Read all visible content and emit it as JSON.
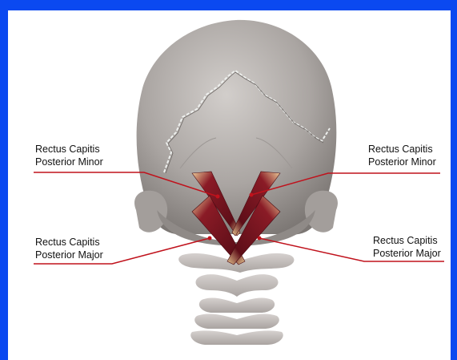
{
  "diagram": {
    "labels": {
      "upper_left": {
        "line1": "Rectus Capitis",
        "line2": "Posterior Minor"
      },
      "upper_right": {
        "line1": "Rectus Capitis",
        "line2": "Posterior Minor"
      },
      "lower_left": {
        "line1": "Rectus Capitis",
        "line2": "Posterior Major"
      },
      "lower_right": {
        "line1": "Rectus Capitis",
        "line2": "Posterior Major"
      }
    },
    "colors": {
      "border": "#0b49f0",
      "skull": "#b3aeab",
      "vertebrae": "#c8c2c0",
      "muscle": "#7a1420",
      "tendon": "#e8cf9c",
      "leader_line": "#c0121c"
    }
  }
}
